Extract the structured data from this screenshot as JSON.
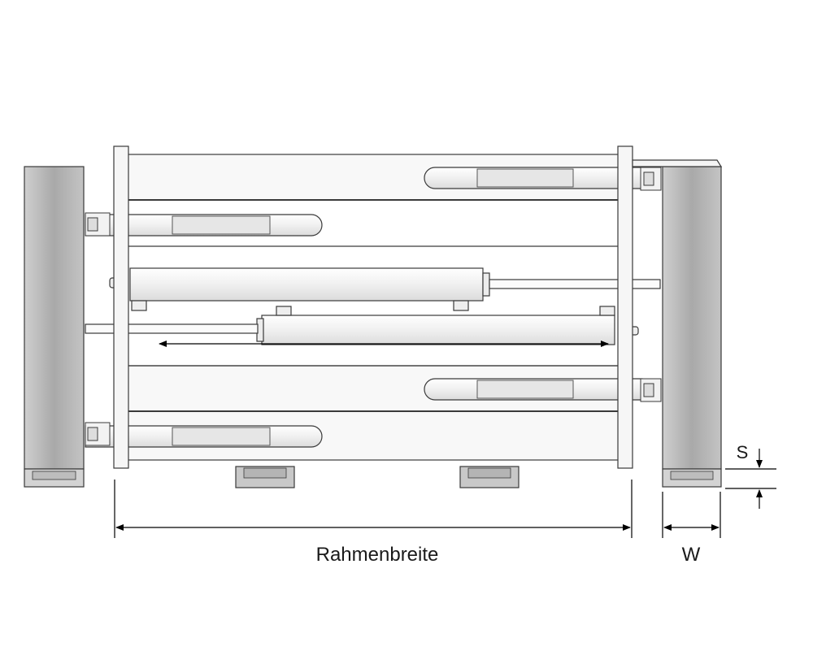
{
  "labels": {
    "frame_width": "Rahmenbreite",
    "width": "W",
    "gap": "S"
  },
  "colors": {
    "background": "#ffffff",
    "line": "#3a3a3a",
    "fork_fill": "#b7b7b7",
    "rail_fill": "#f7f7f7",
    "dimension_line": "#000000"
  }
}
